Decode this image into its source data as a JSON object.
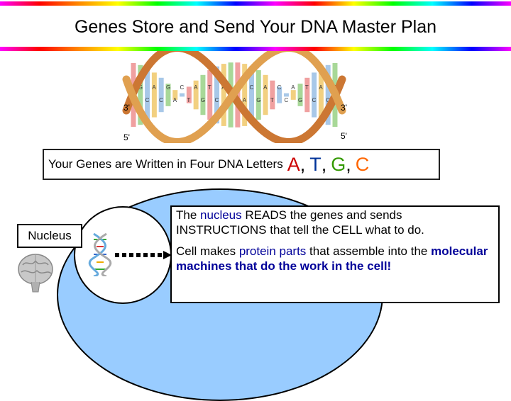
{
  "title": "Genes Store and Send Your DNA Master Plan",
  "dna_image": {
    "label_3_left": "3'",
    "label_5_left": "5'",
    "label_3_right": "3'",
    "label_5_right": "5'",
    "rung_letters": [
      "T",
      "G",
      "C",
      "A",
      "C",
      "G",
      "A",
      "C",
      "T",
      "A",
      "G",
      "T",
      "C",
      "A",
      "G",
      "T",
      "A",
      "C",
      "G",
      "A",
      "T",
      "C",
      "C",
      "A",
      "G",
      "T",
      "C",
      "A",
      "C",
      "G"
    ]
  },
  "letters_box": {
    "text": "Your Genes are Written in Four DNA Letters",
    "letter_a": "A",
    "letter_t": "T",
    "letter_g": "G",
    "letter_c": "C",
    "sep1": ",",
    "sep2": ",",
    "sep3": ",",
    "colors": {
      "A": "#cc0000",
      "T": "#003399",
      "G": "#339900",
      "C": "#ff6600"
    }
  },
  "nucleus_label": "Nucleus",
  "info": {
    "p1_part1": "The ",
    "p1_nucleus": "nucleus",
    "p1_part2": " READS the genes and  sends INSTRUCTIONS that tell the CELL what to do.",
    "p2_part1": "Cell makes ",
    "p2_protein": "protein parts",
    "p2_part2": " that assemble into the ",
    "p2_machines": "molecular machines that do the work in the cell!"
  },
  "colors": {
    "cell_fill": "#99ccff",
    "text_accent": "#000099"
  }
}
